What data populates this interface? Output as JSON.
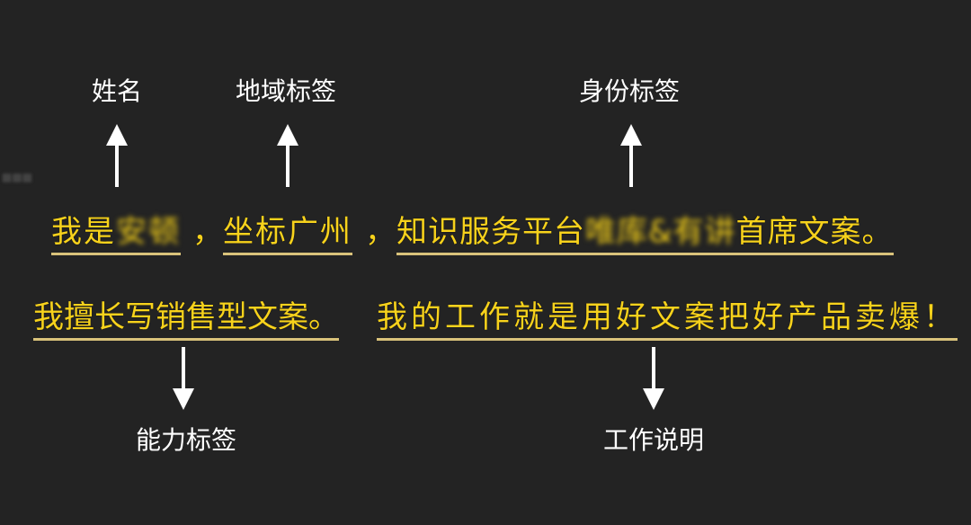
{
  "labels": {
    "name": "姓名",
    "region": "地域标签",
    "identity": "身份标签",
    "ability": "能力标签",
    "work": "工作说明"
  },
  "line1": {
    "name_prefix": "我是",
    "name_blurred": "安顿",
    "comma1": "，",
    "region": "坐标广州",
    "comma2": "，",
    "identity_prefix": "知识服务平台",
    "identity_blurred": "唯库&有讲",
    "identity_suffix": "首席文案。"
  },
  "line2": {
    "ability": "我擅长写销售型文案。",
    "work": "我的工作就是用好文案把好产品卖爆！"
  },
  "colors": {
    "background": "#232323",
    "highlight": "#f7d21c",
    "label": "#ffffff"
  }
}
